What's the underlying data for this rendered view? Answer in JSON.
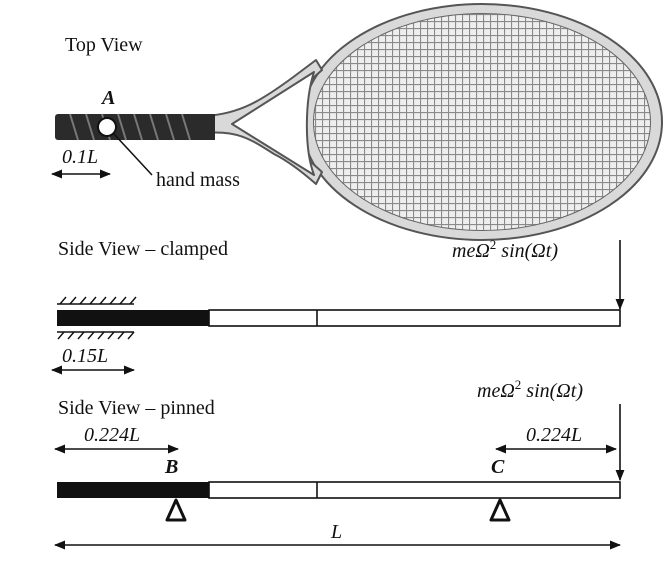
{
  "top_view": {
    "title": "Top View",
    "point_a": "A",
    "grip_dim": "0.1L",
    "hand_mass_label": "hand mass"
  },
  "clamped_view": {
    "title": "Side View – clamped",
    "force_pre": "meΩ",
    "force_exp": "2",
    "force_post": " sin(Ωt)",
    "clamp_dim": "0.15L"
  },
  "pinned_view": {
    "title": "Side View – pinned",
    "force_pre": "meΩ",
    "force_exp": "2",
    "force_post": " sin(Ωt)",
    "left_dim": "0.224L",
    "right_dim": "0.224L",
    "point_b": "B",
    "point_c": "C",
    "length": "L"
  }
}
